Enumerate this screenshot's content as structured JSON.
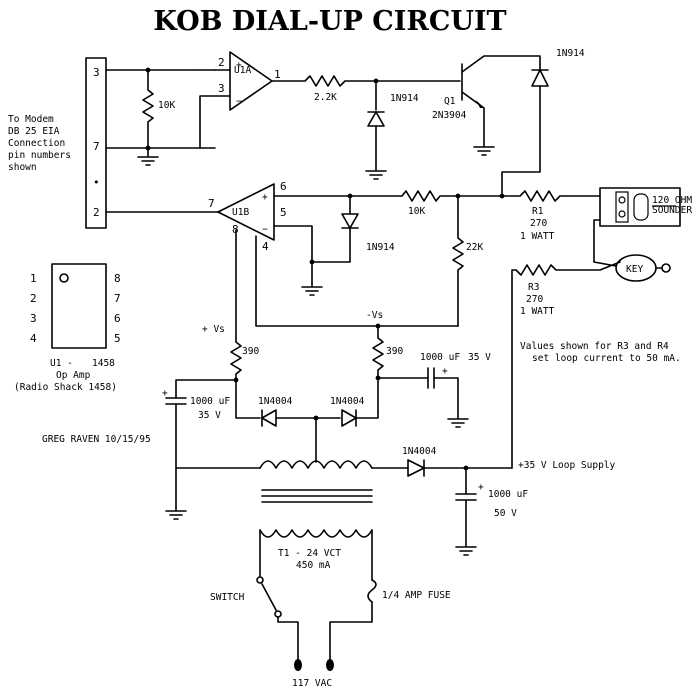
{
  "title": "KOB DIAL-UP CIRCUIT",
  "modem_note": [
    "To Modem",
    "DB 25 EIA",
    "Connection",
    "pin numbers",
    "shown"
  ],
  "connector_pins": [
    "3",
    "7",
    "•",
    "2"
  ],
  "opamp_a": {
    "label": "U1A",
    "pin_plus": "2",
    "pin_minus": "3",
    "pin_out": "1"
  },
  "opamp_b": {
    "label": "U1B",
    "pin_plus": "6",
    "pin_minus": "5",
    "pin_out": "7",
    "pin_vplus": "8",
    "pin_vminus": "4"
  },
  "r_10k_a": "10K",
  "r_2_2k": "2.2K",
  "d_1n914_a": "1N914",
  "transistor": {
    "ref": "Q1",
    "part": "2N3904"
  },
  "d_1n914_top": "1N914",
  "r_10k_b": "10K",
  "d_1n914_b": "1N914",
  "r_22k": "22K",
  "r1": {
    "ref": "R1",
    "value": "270",
    "rating": "1 WATT"
  },
  "r3": {
    "ref": "R3",
    "value": "270",
    "rating": "1 WATT"
  },
  "sounder": {
    "ohm": "120 OHM",
    "name": "SOUNDER"
  },
  "key": "KEY",
  "values_note": [
    "Values shown for R3 and R4",
    "set loop current to 50 mA."
  ],
  "vminus": "-Vs",
  "vplus": "+ Vs",
  "r_390_a": "390",
  "r_390_b": "390",
  "cap_top": {
    "value": "1000 uF",
    "voltage": "35 V"
  },
  "cap_left": {
    "value": "1000 uF",
    "voltage": "35 V"
  },
  "diode_1n4004_a": "1N4004",
  "diode_1n4004_b": "1N4004",
  "diode_1n4004_c": "1N4004",
  "supply_label": "+35 V Loop Supply",
  "cap_right": {
    "value": "1000 uF",
    "voltage": "50 V"
  },
  "transformer": {
    "ref": "T1 - 24 VCT",
    "current": "450 mA"
  },
  "switch_label": "SWITCH",
  "fuse_label": "1/4 AMP FUSE",
  "mains": "117 VAC",
  "chip": {
    "left_pins": [
      "1",
      "2",
      "3",
      "4"
    ],
    "right_pins": [
      "8",
      "7",
      "6",
      "5"
    ],
    "ref": "U1 -",
    "part": "1458",
    "line2": "Op Amp",
    "line3": "(Radio Shack 1458)"
  },
  "author": "GREG RAVEN 10/15/95"
}
